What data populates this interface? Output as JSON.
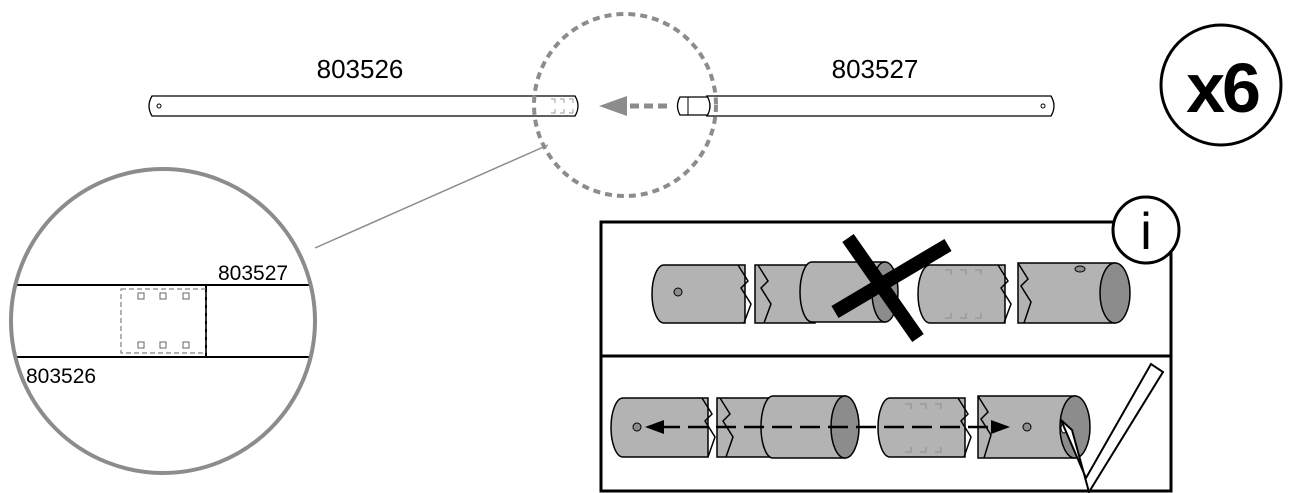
{
  "top": {
    "left_part": "803526",
    "right_part": "803527"
  },
  "quantity": "x6",
  "detail": {
    "upper_part": "803527",
    "lower_part": "803526"
  },
  "info": {
    "symbol": "i"
  },
  "colors": {
    "tube_fill": "#b3b3b3",
    "tube_inner": "#8c8c8c",
    "dashed_gray": "#8c8c8c",
    "detail_ring": "#8c8c8c",
    "ink": "#000000"
  }
}
